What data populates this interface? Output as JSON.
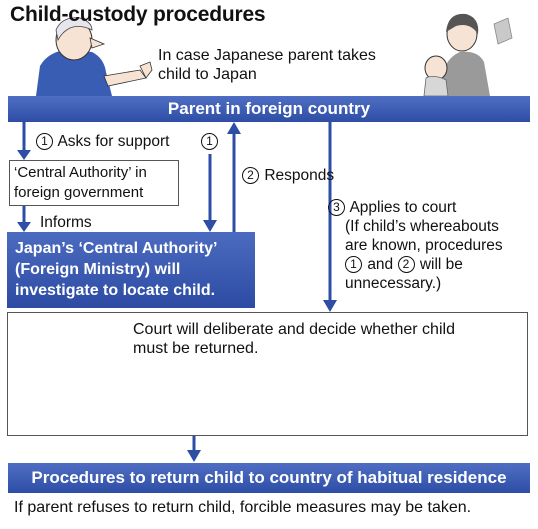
{
  "title": "Child-custody procedures",
  "intro": {
    "line1": "In case Japanese parent takes",
    "line2": "child to Japan"
  },
  "parent_bar": "Parent in foreign country",
  "steps": {
    "step1_number": "1",
    "step1_label": "Asks for support",
    "step2_number": "2",
    "step2_label": "Responds",
    "step3_number": "3",
    "step3_label": "Applies to court",
    "step3_note_line1": "(If child’s whereabouts",
    "step3_note_line2": "are known, procedures",
    "step3_note_line3_n1": "1",
    "step3_note_line3_mid": "and",
    "step3_note_line3_n2": "2",
    "step3_note_line3_end": "will be",
    "step3_note_line4": "unnecessary.)"
  },
  "foreign_box": {
    "line1": "‘Central Authority’ in",
    "line2": "foreign government"
  },
  "informs_label": "Informs",
  "japan_box": {
    "line1": "Japan’s ‘Central Authority’",
    "line2": "(Foreign Ministry) will",
    "line3": "investigate to locate child."
  },
  "court": {
    "line1": "Court will deliberate and decide whether child",
    "line2": "must be returned."
  },
  "return_bar": "Procedures to return child to country of habitual residence",
  "footer": "If parent refuses to return child, forcible measures may be taken.",
  "colors": {
    "bar_blue": "#3556ad",
    "arrow_blue": "#2e4ea6",
    "flag_red": "#d40000"
  }
}
